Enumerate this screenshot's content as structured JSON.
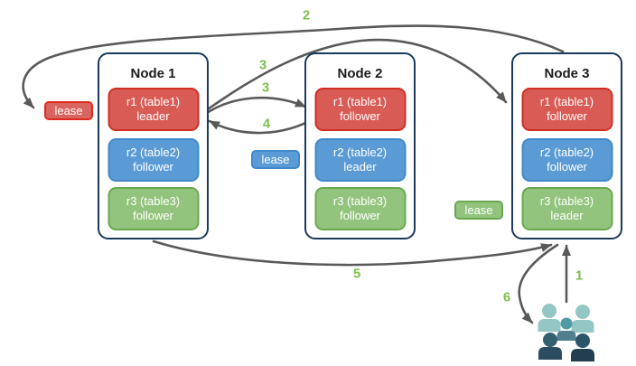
{
  "diagram": {
    "nodes": [
      {
        "name": "Node 1",
        "replicas": [
          {
            "range": "r1 (table1)",
            "role": "leader"
          },
          {
            "range": "r2 (table2)",
            "role": "follower"
          },
          {
            "range": "r3 (table3)",
            "role": "follower"
          }
        ]
      },
      {
        "name": "Node 2",
        "replicas": [
          {
            "range": "r1 (table1)",
            "role": "follower"
          },
          {
            "range": "r2 (table2)",
            "role": "leader"
          },
          {
            "range": "r3 (table3)",
            "role": "follower"
          }
        ]
      },
      {
        "name": "Node 3",
        "replicas": [
          {
            "range": "r1 (table1)",
            "role": "follower"
          },
          {
            "range": "r2 (table2)",
            "role": "follower"
          },
          {
            "range": "r3 (table3)",
            "role": "leader"
          }
        ]
      }
    ],
    "leases": [
      {
        "label": "lease",
        "color": "red"
      },
      {
        "label": "lease",
        "color": "blue"
      },
      {
        "label": "lease",
        "color": "green"
      }
    ],
    "steps": [
      {
        "label": "1"
      },
      {
        "label": "2"
      },
      {
        "label": "3"
      },
      {
        "label": "3"
      },
      {
        "label": "4"
      },
      {
        "label": "5"
      },
      {
        "label": "6"
      }
    ],
    "icons": {
      "users": "users-group-icon"
    },
    "colors": {
      "replica_red": "#d95b56",
      "replica_red_border": "#d02e24",
      "replica_blue": "#5b9bd5",
      "replica_blue_border": "#4189cb",
      "replica_green": "#93c47d",
      "replica_green_border": "#69a84f",
      "lease_red_border": "#e02a20",
      "node_border": "#1c3a5e",
      "arrow": "#58595b",
      "step_label": "#7cbf4f",
      "users_light": "#93c6c4",
      "users_mid": "#4f9aa5",
      "users_dark": "#2b4d60"
    }
  }
}
